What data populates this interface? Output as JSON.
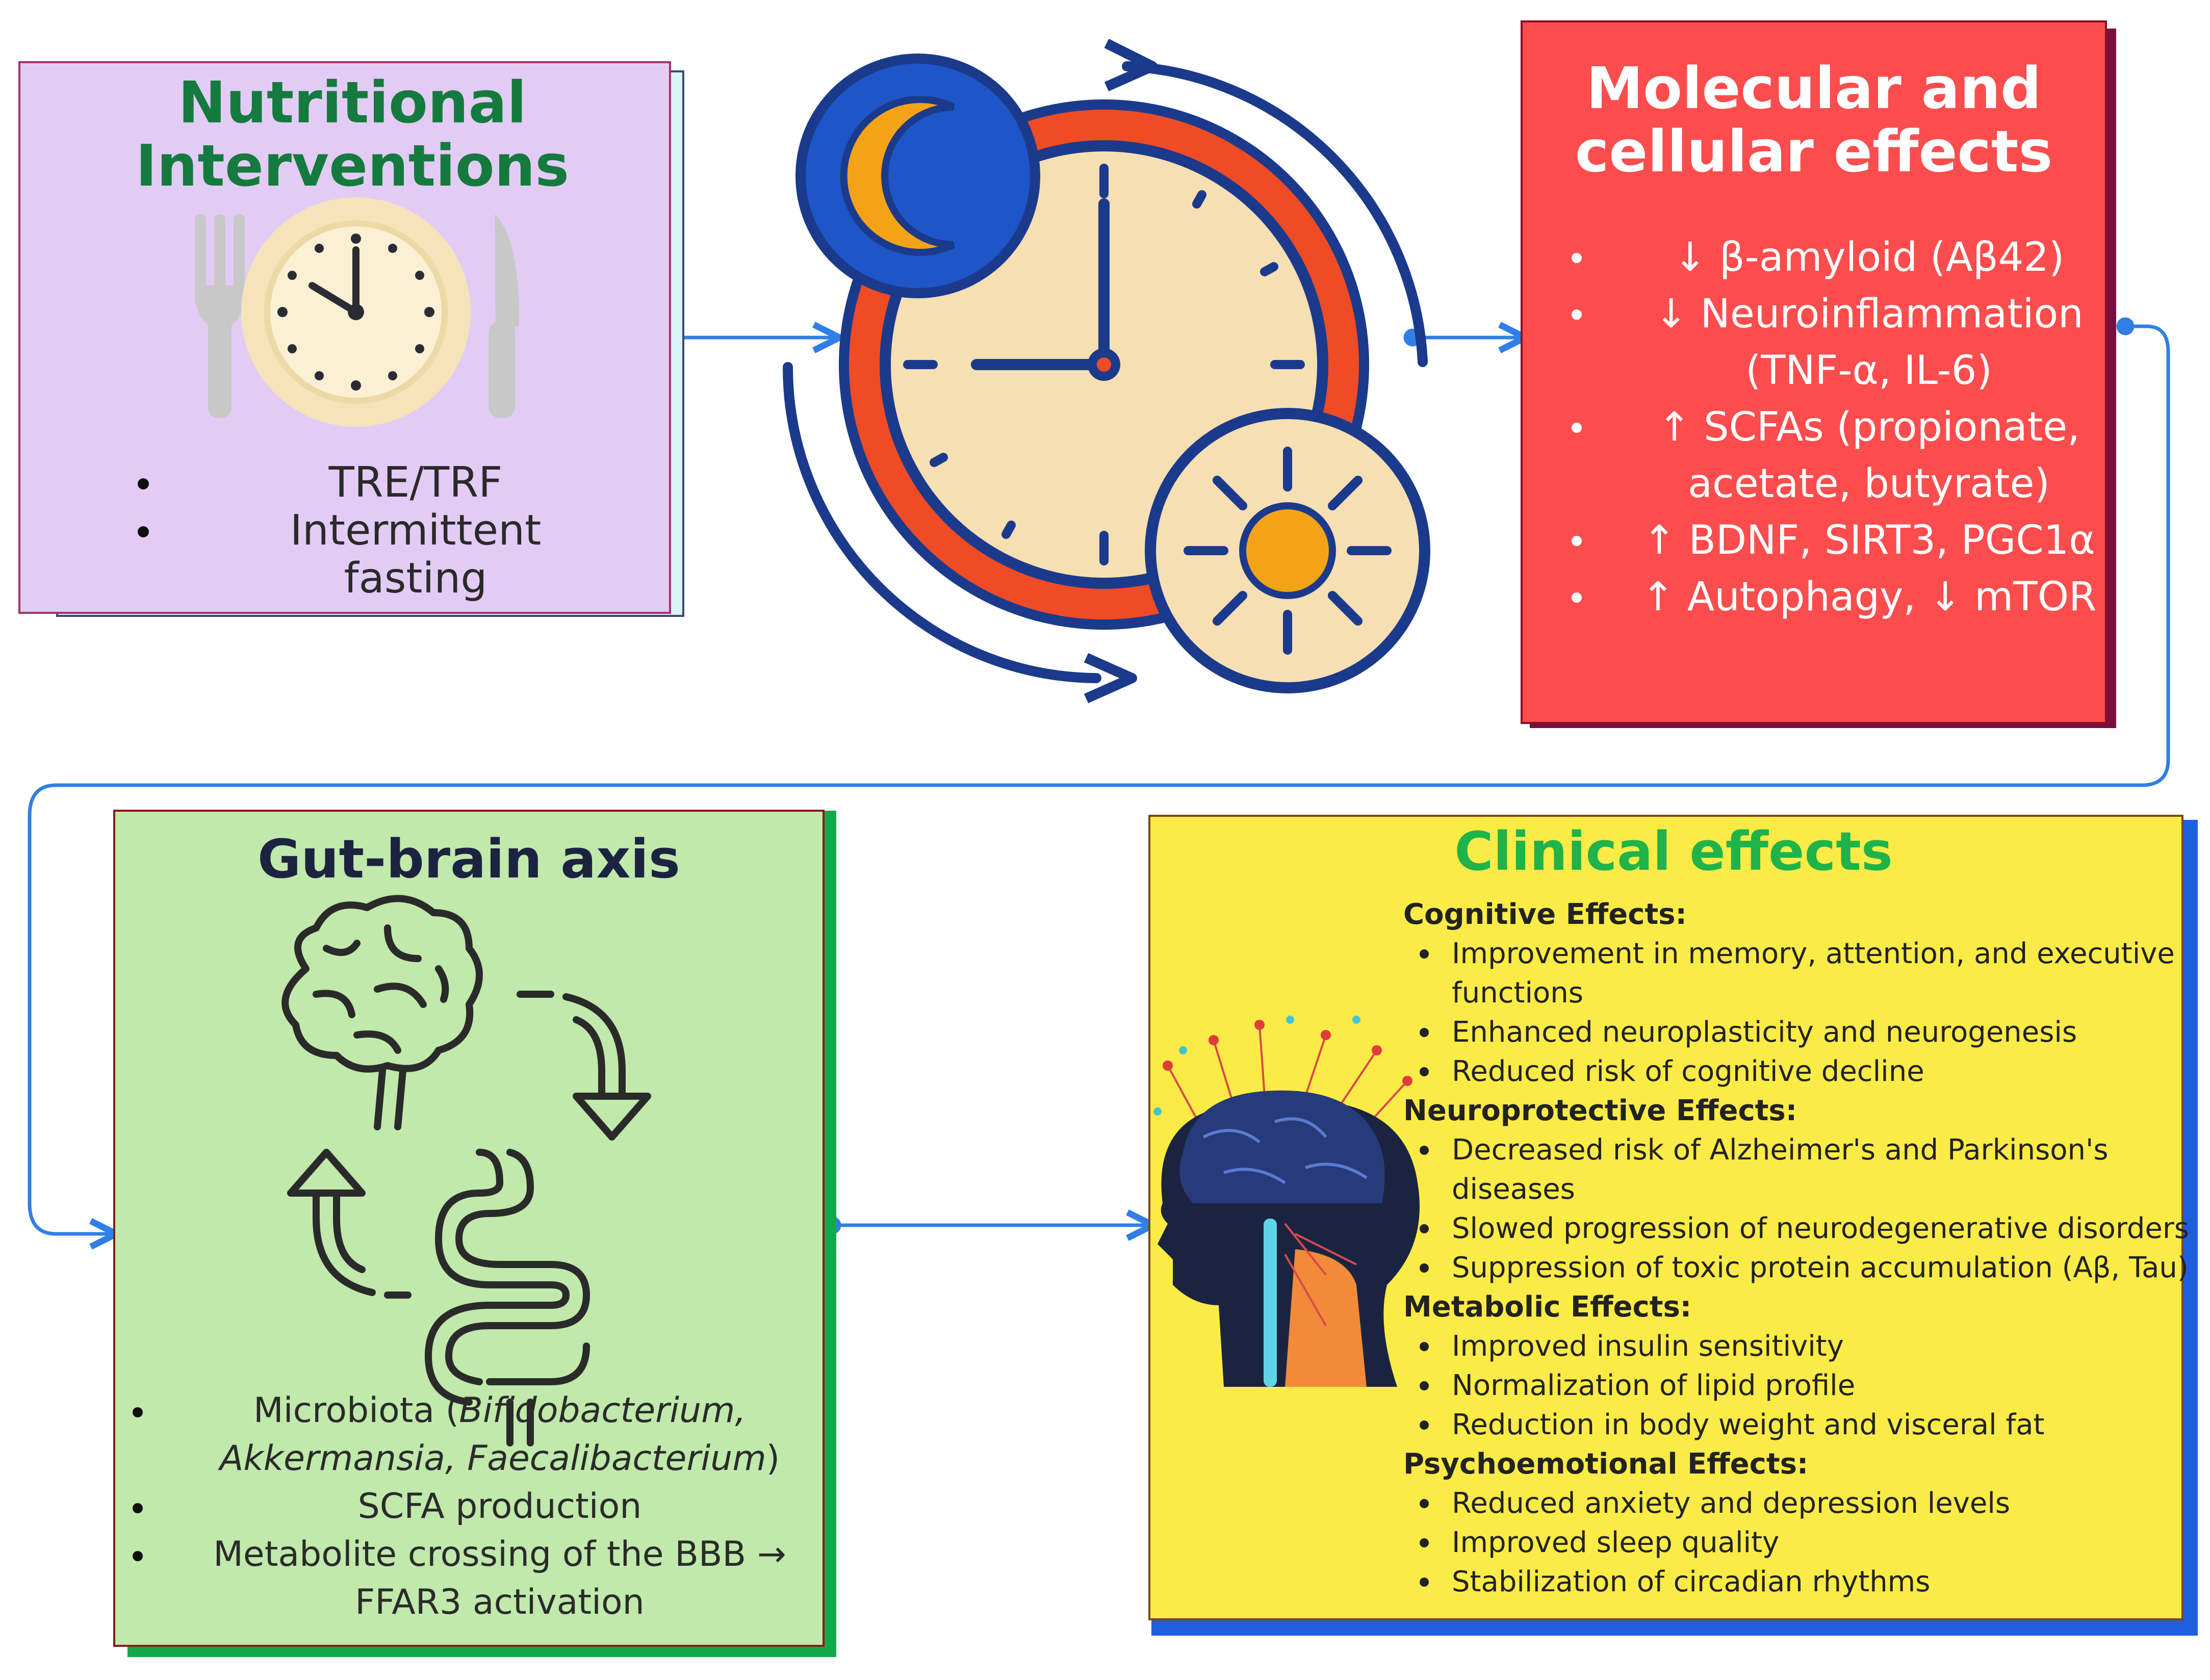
{
  "nutritional": {
    "title_line1": "Nutritional",
    "title_line2": "Interventions",
    "items": [
      "TRE/TRF",
      "Intermittent fasting"
    ]
  },
  "molecular": {
    "title_line1": "Molecular and",
    "title_line2": "cellular effects",
    "items": [
      {
        "l1": "↓ β-amyloid (Aβ42)",
        "l2": ""
      },
      {
        "l1": "↓ Neuroinflammation",
        "l2": "(TNF-α, IL-6)"
      },
      {
        "l1": "↑ SCFAs (propionate,",
        "l2": "acetate, butyrate)"
      },
      {
        "l1": "↑ BDNF, SIRT3, PGC1α",
        "l2": ""
      },
      {
        "l1": "↑ Autophagy, ↓ mTOR",
        "l2": ""
      }
    ]
  },
  "gut_brain": {
    "title": "Gut-brain axis",
    "items": [
      {
        "pre": "Microbiota (",
        "italic": "Bifidobacterium, Akkermansia, Faecalibacterium",
        "post": ")"
      },
      {
        "pre": "SCFA production",
        "italic": "",
        "post": ""
      },
      {
        "pre": "Metabolite crossing of the BBB → FFAR3 activation",
        "italic": "",
        "post": ""
      }
    ]
  },
  "clinical": {
    "title": "Clinical effects",
    "categories": [
      {
        "name": "Cognitive Effects:",
        "items": [
          "Improvement in memory, attention, and executive functions",
          "Enhanced neuroplasticity and neurogenesis",
          "Reduced risk of cognitive decline"
        ]
      },
      {
        "name": "Neuroprotective Effects:",
        "items": [
          "Decreased risk of Alzheimer's and Parkinson's diseases",
          "Slowed progression of neurodegenerative disorders",
          "Suppression of toxic protein accumulation (Aβ, Tau)"
        ]
      },
      {
        "name": "Metabolic Effects:",
        "items": [
          "Improved insulin sensitivity",
          "Normalization of lipid profile",
          "Reduction in body weight and visceral fat"
        ]
      },
      {
        "name": "Psychoemotional Effects:",
        "items": [
          "Reduced anxiety and depression levels",
          "Improved sleep quality",
          "Stabilization of circadian rhythms"
        ]
      }
    ]
  },
  "colors": {
    "connector": "#2f7fe6",
    "nutritional_bg": "#e2ccf5",
    "molecular_bg": "#fb4d4d",
    "gut_bg": "#c0e9ab",
    "clinical_bg": "#fbeb46"
  },
  "icons": [
    "fork-icon",
    "plate-clock-icon",
    "knife-icon",
    "circadian-clock-icon",
    "moon-icon",
    "sun-icon",
    "brain-icon",
    "intestine-icon",
    "cycle-arrow-icon",
    "head-neurons-icon"
  ]
}
